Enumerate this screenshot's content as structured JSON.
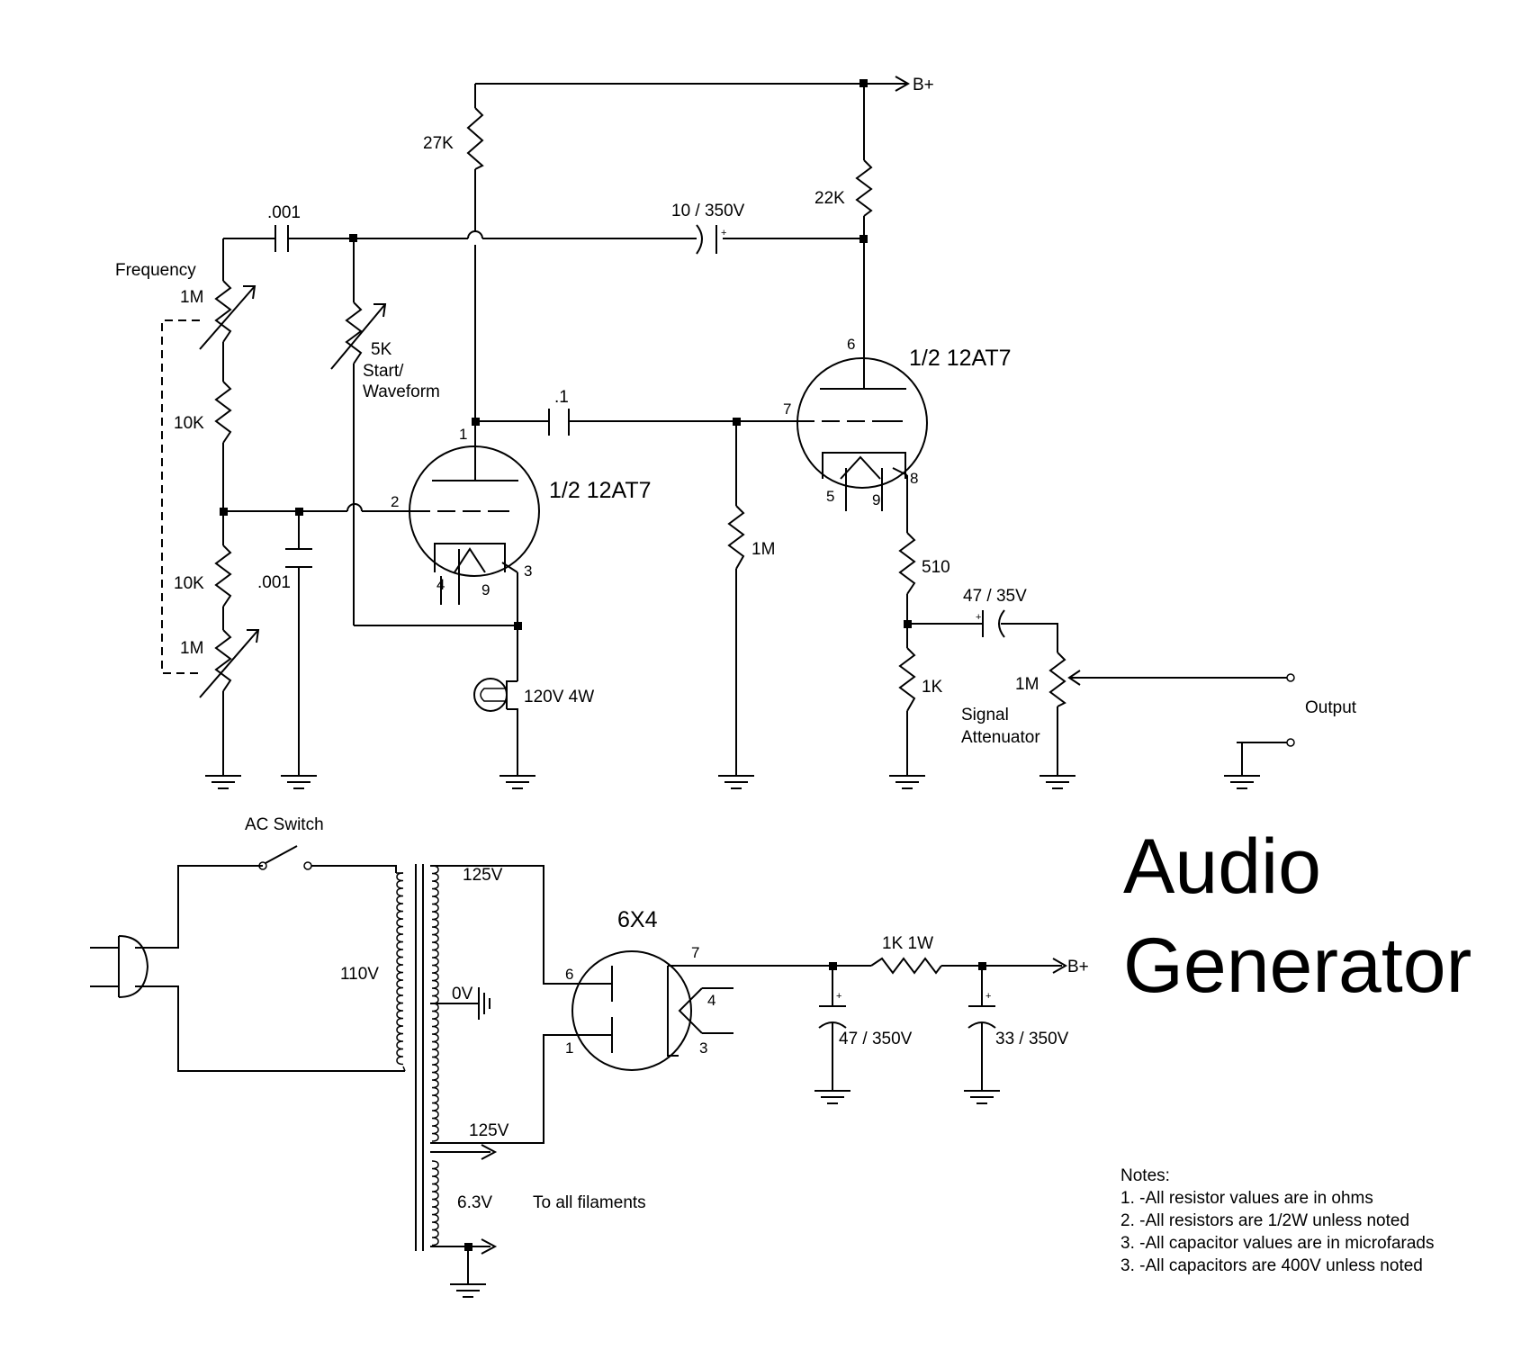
{
  "title": {
    "line1": "Audio",
    "line2": "Generator"
  },
  "rails": {
    "bplus_top": "B+",
    "bplus_bottom": "B+"
  },
  "resistors": {
    "r27k": "27K",
    "r22k": "22K",
    "r10k_a": "10K",
    "r10k_b": "10K",
    "r1m_grid": "1M",
    "r510": "510",
    "r1k": "1K",
    "r1k1w": "1K 1W"
  },
  "capacitors": {
    "c001_top": ".001",
    "c001_bottom": ".001",
    "c10": "10 / 350V",
    "c01": ".1",
    "c47_35": "47 / 35V",
    "c47_350": "47 / 350V",
    "c33_350": "33 / 350V"
  },
  "pots": {
    "frequency_label": "Frequency",
    "freq_a": "1M",
    "freq_b": "1M",
    "start_value": "5K",
    "start_line1": "Start/",
    "start_line2": "Waveform",
    "atten_value": "1M",
    "atten_line1": "Signal",
    "atten_line2": "Attenuator"
  },
  "lamp": "120V 4W",
  "tube1": {
    "label": "1/2 12AT7",
    "pins": [
      "1",
      "2",
      "3",
      "4",
      "9"
    ]
  },
  "tube2": {
    "label": "1/2 12AT7",
    "pins": [
      "6",
      "7",
      "8",
      "5",
      "9"
    ]
  },
  "rectifier": {
    "label": "6X4",
    "pins": [
      "6",
      "1",
      "7",
      "4",
      "3"
    ]
  },
  "output": "Output",
  "power": {
    "switch": "AC Switch",
    "primary": "110V",
    "sec_top": "125V",
    "center": "0V",
    "sec_bottom": "125V",
    "filament": "6.3V",
    "filament_note": "To all filaments"
  },
  "notes": {
    "heading": "Notes:",
    "items": [
      "1. -All resistor values are in ohms",
      "2. -All resistors are 1/2W unless noted",
      "3. -All capacitor values are in microfarads",
      "3. -All capacitors are 400V unless noted"
    ]
  },
  "polarity": "+"
}
